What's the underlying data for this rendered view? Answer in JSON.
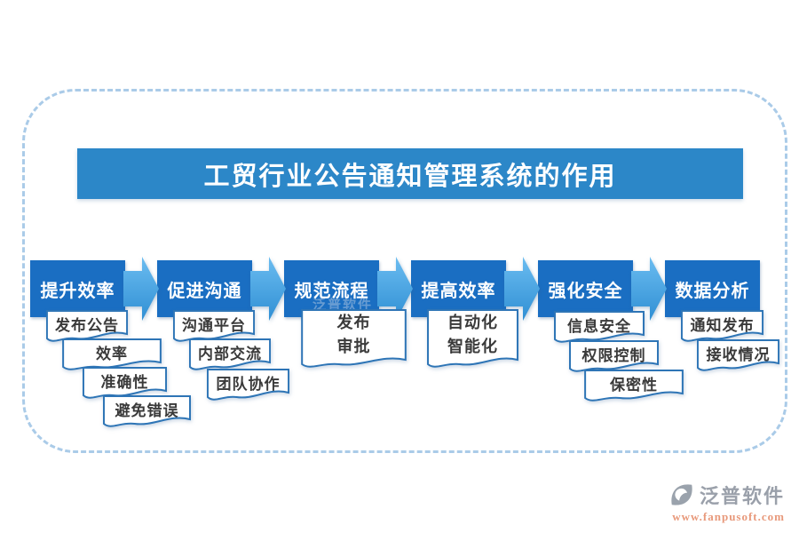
{
  "title": "工贸行业公告通知管理系统的作用",
  "columns": [
    {
      "header": "提升效率",
      "items": [
        "发布公告",
        "效率",
        "准确性",
        "避免错误"
      ]
    },
    {
      "header": "促进沟通",
      "items": [
        "沟通平台",
        "内部交流",
        "团队协作"
      ]
    },
    {
      "header": "规范流程",
      "items": [
        "发布\n审批"
      ]
    },
    {
      "header": "提高效率",
      "items": [
        "自动化\n智能化"
      ]
    },
    {
      "header": "强化安全",
      "items": [
        "信息安全",
        "权限控制",
        "保密性"
      ]
    },
    {
      "header": "数据分析",
      "items": [
        "通知发布",
        "接收情况"
      ]
    }
  ],
  "watermark": "泛普软件",
  "footer": {
    "brand": "泛普软件",
    "url": "www.fanpusoft.com"
  },
  "colors": {
    "banner_blue": "#2c87c8",
    "header_blue": "#1a6ec2",
    "arrow_blue_light": "#6bbcf0",
    "arrow_blue_dark": "#2f8fd4",
    "box_border_blue": "#2e75b6",
    "box_text_gray": "#3a3a3a",
    "frame_dashed_blue": "#aacbe8",
    "brand_gray": "#9aa0aa",
    "url_orange": "#e8997b"
  }
}
